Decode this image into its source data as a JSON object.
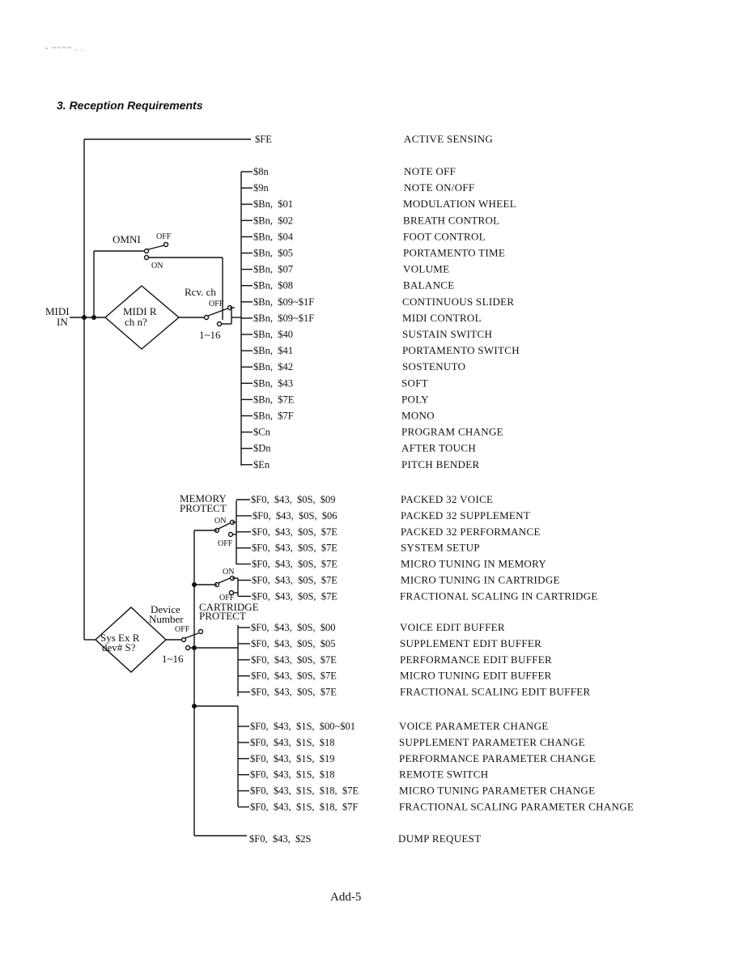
{
  "header_mark": "- ~~~~ .   .",
  "title": "3. Reception Requirements",
  "page_number": "Add-5",
  "labels": {
    "midi_in": [
      "MIDI",
      "IN"
    ],
    "omni": "OMNI",
    "off": "OFF",
    "on": "ON",
    "midi_r": [
      "MIDI R",
      "ch n?"
    ],
    "rcv_ch": "Rcv. ch",
    "range": "1~16",
    "memory_protect": [
      "MEMORY",
      "PROTECT"
    ],
    "cartridge_protect": [
      "CARTRIDGE",
      "PROTECT"
    ],
    "device_number": [
      "Device",
      "Number"
    ],
    "sysex": [
      "Sys Ex R",
      "dev# S?"
    ]
  },
  "messages": [
    {
      "code": "$FE",
      "desc": "ACTIVE SENSING"
    },
    {
      "code": "$8n",
      "desc": "NOTE OFF"
    },
    {
      "code": "$9n",
      "desc": "NOTE ON/OFF"
    },
    {
      "code": "$Bn,  $01",
      "desc": "MODULATION WHEEL"
    },
    {
      "code": "$Bn,  $02",
      "desc": "BREATH CONTROL"
    },
    {
      "code": "$Bn,  $04",
      "desc": "FOOT CONTROL"
    },
    {
      "code": "$Bn,  $05",
      "desc": "PORTAMENTO TIME"
    },
    {
      "code": "$Bn,  $07",
      "desc": "VOLUME"
    },
    {
      "code": "$Bn,  $08",
      "desc": "BALANCE"
    },
    {
      "code": "$Bn,  $09~$1F",
      "desc": "CONTINUOUS SLIDER"
    },
    {
      "code": "$Bn,  $09~$1F",
      "desc": "MIDI CONTROL"
    },
    {
      "code": "$Bn,  $40",
      "desc": "SUSTAIN SWITCH"
    },
    {
      "code": "$Bn,  $41",
      "desc": "PORTAMENTO SWITCH"
    },
    {
      "code": "$Bn,  $42",
      "desc": "SOSTENUTO"
    },
    {
      "code": "$Bn,  $43",
      "desc": "SOFT"
    },
    {
      "code": "$Bn,  $7E",
      "desc": "POLY"
    },
    {
      "code": "$Bn,  $7F",
      "desc": "MONO"
    },
    {
      "code": "$Cn",
      "desc": "PROGRAM CHANGE"
    },
    {
      "code": "$Dn",
      "desc": "AFTER TOUCH"
    },
    {
      "code": "$En",
      "desc": "PITCH BENDER"
    },
    {
      "code": "$F0,  $43,  $0S,  $09",
      "desc": "PACKED 32 VOICE"
    },
    {
      "code": "$F0,  $43,  $0S,  $06",
      "desc": "PACKED 32 SUPPLEMENT"
    },
    {
      "code": "$F0,  $43,  $0S,  $7E",
      "desc": "PACKED 32 PERFORMANCE"
    },
    {
      "code": "$F0,  $43,  $0S,  $7E",
      "desc": "SYSTEM SETUP"
    },
    {
      "code": "$F0,  $43,  $0S,  $7E",
      "desc": "MICRO TUNING IN MEMORY"
    },
    {
      "code": "$F0,  $43,  $0S,  $7E",
      "desc": "MICRO TUNING IN CARTRIDGE"
    },
    {
      "code": "$F0,  $43,  $0S,  $7E",
      "desc": "FRACTIONAL SCALING IN CARTRIDGE"
    },
    {
      "code": "$F0,  $43,  $0S,  $00",
      "desc": "VOICE EDIT BUFFER"
    },
    {
      "code": "$F0,  $43,  $0S,  $05",
      "desc": "SUPPLEMENT EDIT BUFFER"
    },
    {
      "code": "$F0,  $43,  $0S,  $7E",
      "desc": "PERFORMANCE EDIT BUFFER"
    },
    {
      "code": "$F0,  $43,  $0S,  $7E",
      "desc": "MICRO TUNING EDIT BUFFER"
    },
    {
      "code": "$F0,  $43,  $0S,  $7E",
      "desc": "FRACTIONAL SCALING EDIT BUFFER"
    },
    {
      "code": "$F0,  $43,  $1S,  $00~$01",
      "desc": "VOICE PARAMETER CHANGE"
    },
    {
      "code": "$F0,  $43,  $1S,  $18",
      "desc": "SUPPLEMENT PARAMETER CHANGE"
    },
    {
      "code": "$F0,  $43,  $1S,  $19",
      "desc": "PERFORMANCE PARAMETER CHANGE"
    },
    {
      "code": "$F0,  $43,  $1S,  $18",
      "desc": "REMOTE SWITCH"
    },
    {
      "code": "$F0,  $43,  $1S,  $18,  $7E",
      "desc": "MICRO TUNING PARAMETER CHANGE"
    },
    {
      "code": "$F0,  $43,  $1S,  $18,  $7F",
      "desc": "FRACTIONAL SCALING PARAMETER CHANGE"
    },
    {
      "code": "$F0,  $43,  $2S",
      "desc": "DUMP REQUEST"
    }
  ]
}
